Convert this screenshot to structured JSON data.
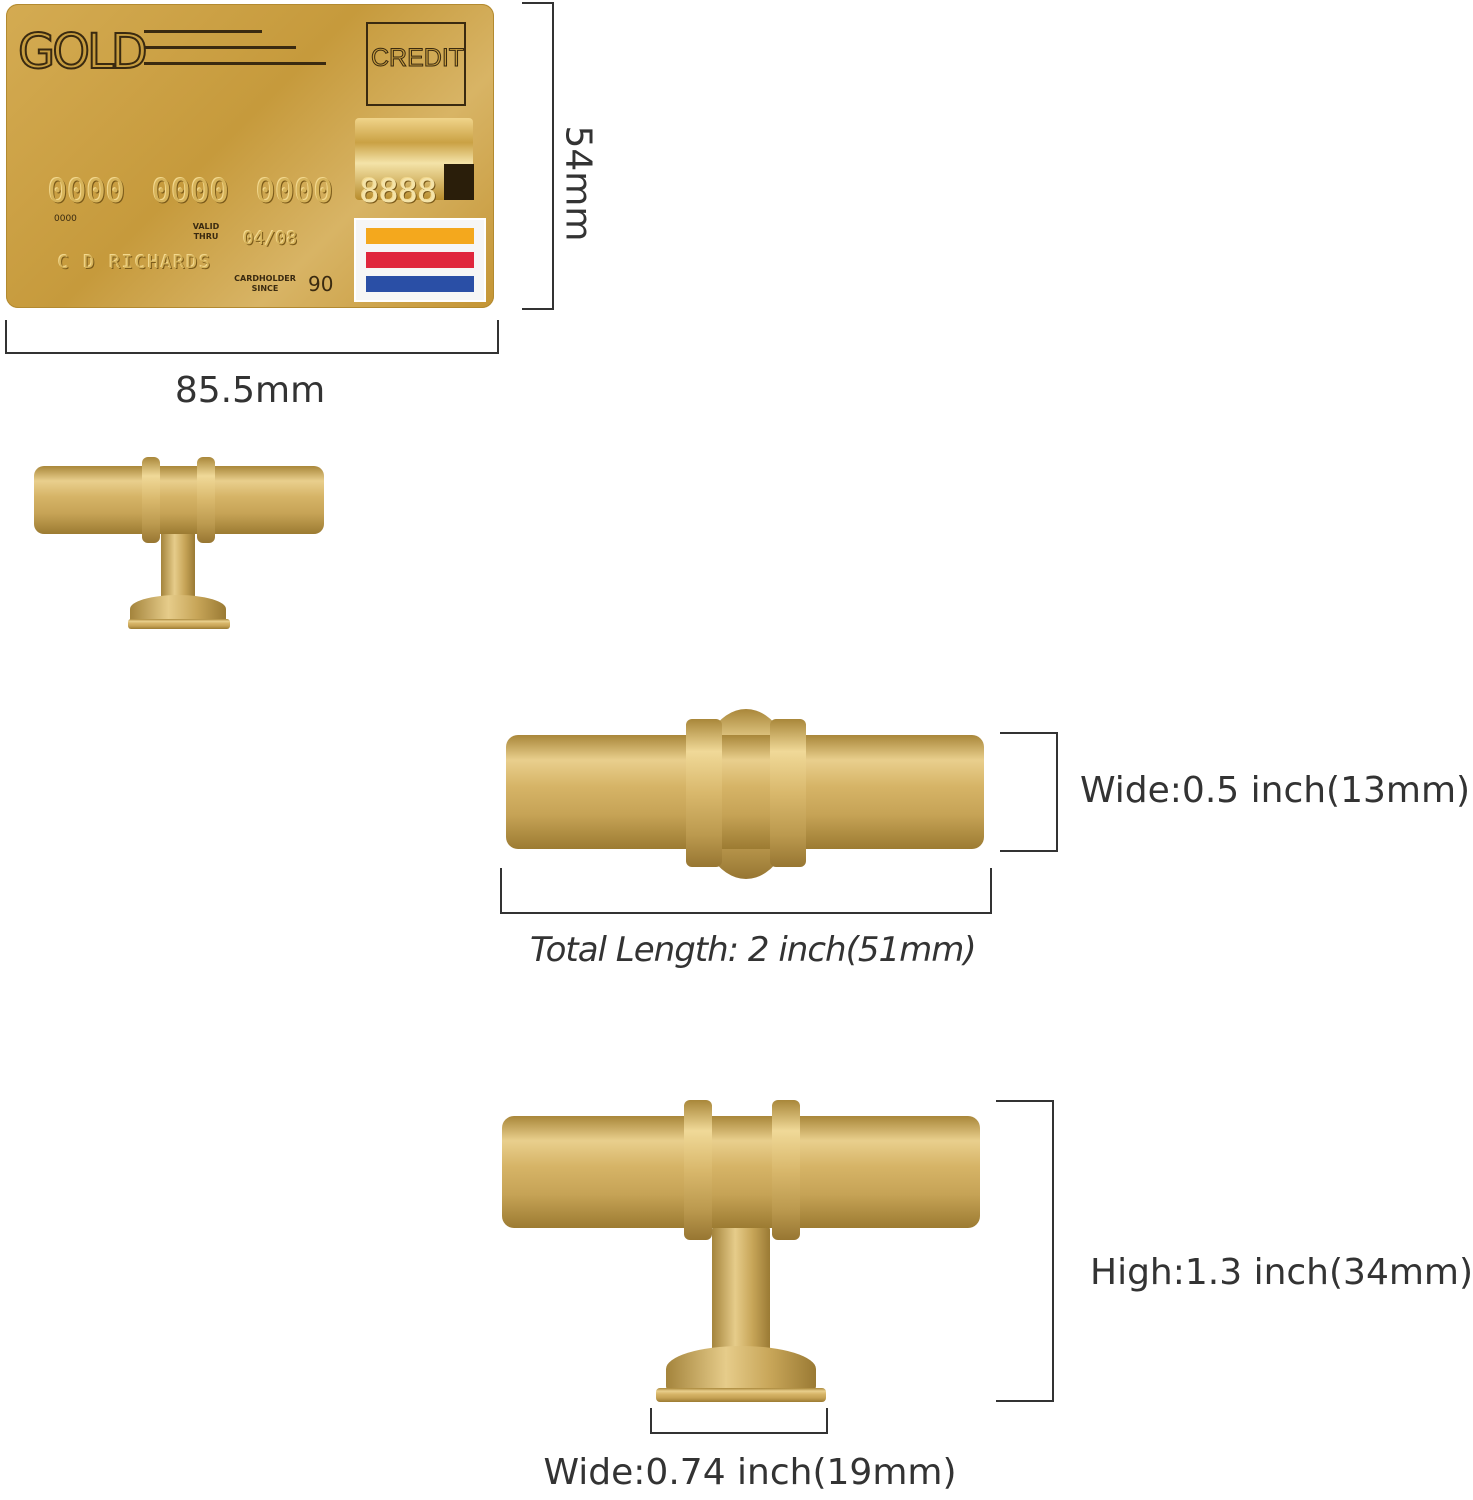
{
  "card": {
    "brand": "GOLD",
    "type_label": "CREDIT",
    "number_groups": [
      "0000",
      "0000",
      "0000",
      "8888"
    ],
    "small_number": "0000",
    "valid_thru_label": "VALID THRU",
    "valid_thru": "04/08",
    "cardholder_name": "C D RICHARDS",
    "cardholder_since_label": "CARDHOLDER SINCE",
    "cardholder_since": "90",
    "flag_colors": [
      "#f4a81d",
      "#e0273d",
      "#2a4fa6"
    ],
    "gold_color": "#c9a045"
  },
  "dimensions": {
    "card_height": "54mm",
    "card_width": "85.5mm",
    "knob_wide": "Wide:0.5 inch(13mm)",
    "knob_length": "Total Length: 2 inch(51mm)",
    "knob_high": "High:1.3 inch(34mm)",
    "knob_base_wide": "Wide:0.74 inch(19mm)"
  }
}
